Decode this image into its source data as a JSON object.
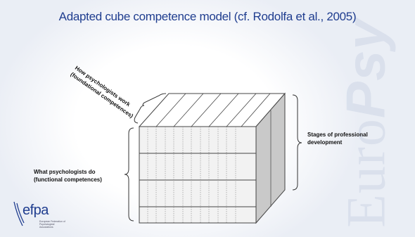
{
  "slide": {
    "title": "Adapted cube competence model (cf. Rodolfa et al., 2005)",
    "labels": {
      "how_line1": "How psychologists work",
      "how_line2": "(foundational competences)",
      "what_line1": "What psychologists do",
      "what_line2": "(functional competences)",
      "stages_line1": "Stages of professional",
      "stages_line2": "development"
    },
    "logo": {
      "text": "efpa",
      "sub_line1": "European Federation of",
      "sub_line2": "Psychologists' Associations"
    },
    "watermark": {
      "light": "Euro",
      "bold": "Psy"
    }
  },
  "colors": {
    "title": "#1f3d8f",
    "cube_front": "#f2f2f2",
    "cube_top": "#ffffff",
    "cube_side": "#c8c8c8",
    "cube_stroke": "#444444"
  }
}
